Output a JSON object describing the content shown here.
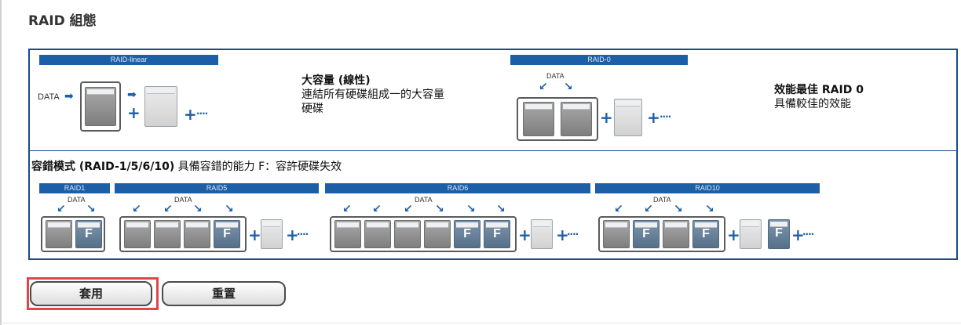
{
  "section_title": "RAID 組態",
  "modes": {
    "linear": {
      "bar_label": "RAID-linear",
      "data_label": "DATA",
      "title": "大容量 (線性)",
      "desc_line1": "連結所有硬碟組成一的大容量",
      "desc_line2": "硬碟"
    },
    "raid0": {
      "bar_label": "RAID-0",
      "data_label": "DATA",
      "title": "效能最佳 RAID 0",
      "desc": "具備較佳的效能"
    }
  },
  "fault_tolerant": {
    "title": "容錯模式 (RAID-1/5/6/10)",
    "desc": " 具備容錯的能力 F：容許硬碟失效",
    "levels": [
      {
        "label": "RAID1",
        "data_label": "DATA"
      },
      {
        "label": "RAID5",
        "data_label": "DATA"
      },
      {
        "label": "RAID6",
        "data_label": "DATA"
      },
      {
        "label": "RAID10",
        "data_label": "DATA"
      }
    ]
  },
  "buttons": {
    "apply": "套用",
    "reset": "重置"
  },
  "colors": {
    "accent_blue": "#1d5fa6",
    "panel_border": "#1a4a87",
    "highlight_red": "#e0454a"
  }
}
